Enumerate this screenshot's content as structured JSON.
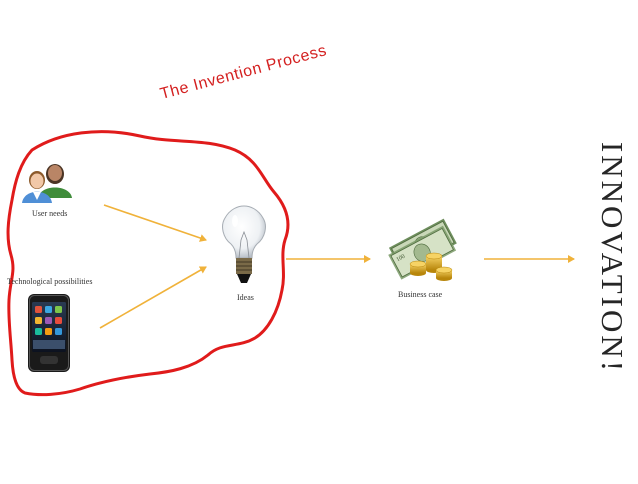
{
  "title": "The Invention Process",
  "nodes": {
    "user_needs": "User needs",
    "tech": "Technological possibilities",
    "ideas": "Ideas",
    "business": "Business case"
  },
  "result": "INNOVATION!",
  "colors": {
    "boundary": "#e01b1b",
    "title": "#d42020",
    "arrow": "#f0b23a",
    "result": "#262626",
    "label": "#333333"
  },
  "icons": {
    "user_needs": "people-icon",
    "tech": "smartphone-icon",
    "ideas": "lightbulb-icon",
    "business": "money-coins-icon"
  }
}
